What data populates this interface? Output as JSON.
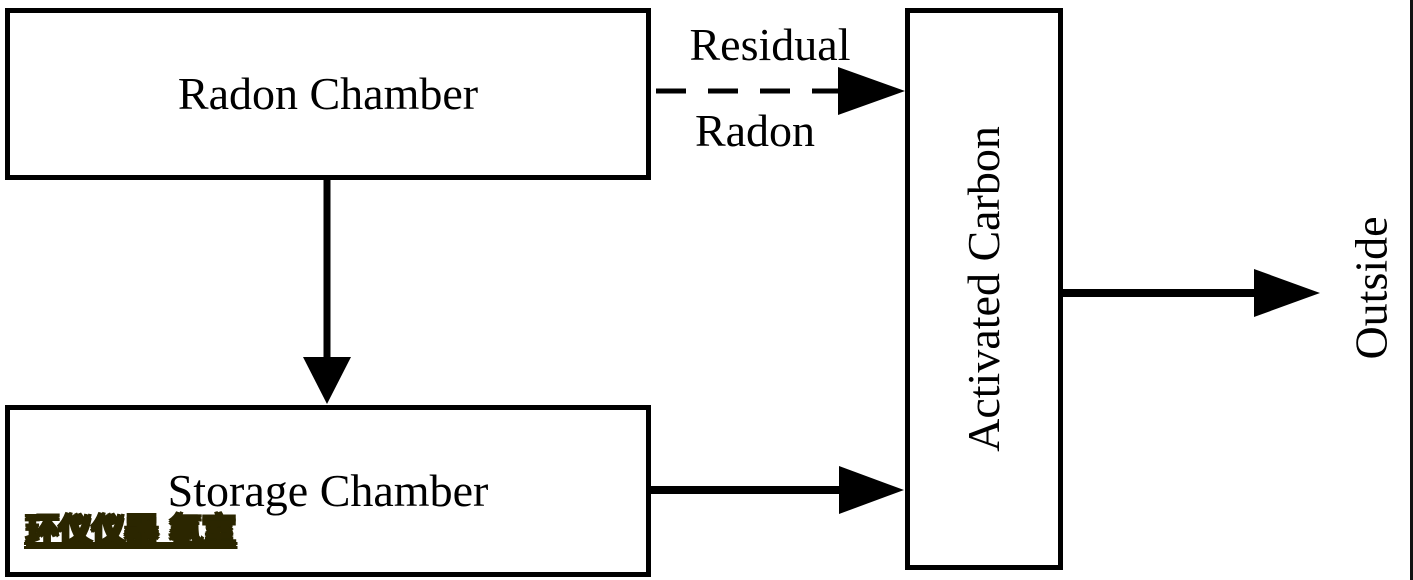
{
  "nodes": {
    "radon_chamber": "Radon Chamber",
    "storage_chamber": "Storage Chamber",
    "activated_carbon": "Activated Carbon",
    "outside": "Outside"
  },
  "edges": {
    "residual_radon": {
      "label_line1": "Residual",
      "label_line2": "Radon",
      "style": "dashed-arrow"
    },
    "radon_to_storage": {
      "style": "solid-arrow"
    },
    "storage_to_carbon": {
      "style": "solid-arrow"
    },
    "carbon_to_outside": {
      "style": "solid-arrow"
    }
  },
  "watermark": {
    "text": "环仪仪器 氡室",
    "fill_color": "#ffe100",
    "outline_color": "#2b2600"
  },
  "colors": {
    "line": "#000000",
    "background": "#ffffff"
  }
}
